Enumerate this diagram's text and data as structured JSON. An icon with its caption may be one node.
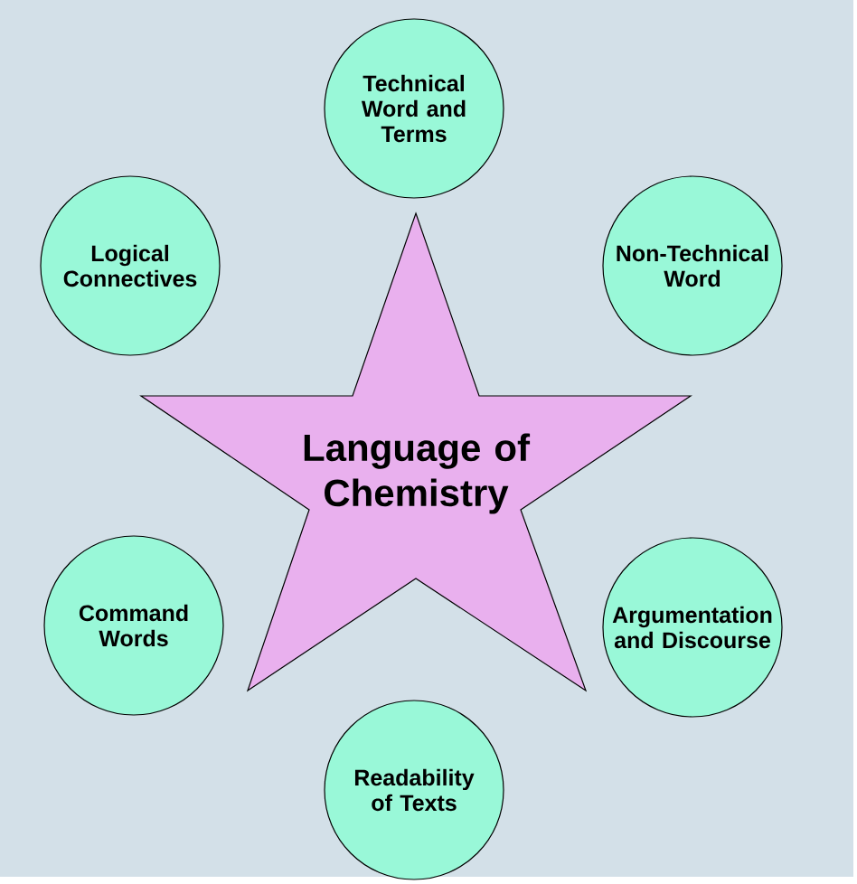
{
  "diagram": {
    "nodes": [
      {
        "text": [
          "Technical Word and Terms"
        ]
      },
      {
        "text": [
          "Logical Connectives"
        ]
      },
      {
        "text": [
          "Non-Technical Word"
        ]
      },
      {
        "text": [
          "Language of Chemistry"
        ]
      },
      {
        "text": [
          "Command Words"
        ]
      },
      {
        "text": [
          "Argumentation and Discourse"
        ]
      },
      {
        "text": [
          "Readability of Texts"
        ]
      }
    ]
  }
}
